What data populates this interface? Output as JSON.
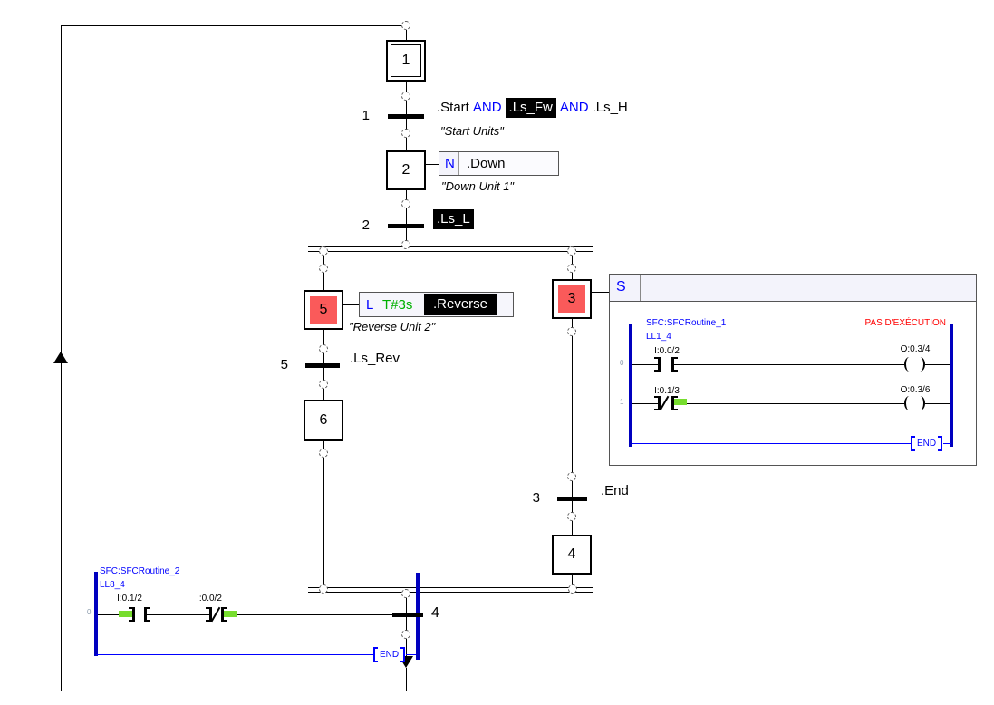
{
  "colors": {
    "keyword_blue": "#0000ff",
    "rail_blue": "#0000bf",
    "active_step_red": "#fa5a5a",
    "status_red": "#ff0000",
    "timer_green": "#00b000",
    "power_flow_green": "#77dd2e",
    "selection_bg": "#000000",
    "selection_fg": "#ffffff"
  },
  "sfc": {
    "steps": [
      {
        "label": "1"
      },
      {
        "label": "2"
      },
      {
        "label": "5"
      },
      {
        "label": "6"
      },
      {
        "label": "3"
      },
      {
        "label": "4"
      }
    ],
    "t1": {
      "num": "1",
      "lhs": ".Start",
      "and1": "AND",
      "sel": ".Ls_Fw",
      "and2": "AND",
      "rhs": ".Ls_H",
      "comment": "\"Start Units\""
    },
    "t2": {
      "num": "2",
      "cond": ".Ls_L"
    },
    "t5": {
      "num": "5",
      "cond": ".Ls_Rev"
    },
    "t3": {
      "num": "3",
      "cond": ".End"
    },
    "t4": {
      "num": "4"
    },
    "a2": {
      "qualifier": "N",
      "name": ".Down",
      "comment": "\"Down Unit 1\""
    },
    "a5": {
      "qualifier": "L",
      "preset": "T#3s",
      "name": ".Reverse",
      "comment": "\"Reverse Unit 2\""
    },
    "a3": {
      "qualifier": "S"
    }
  },
  "ladder1": {
    "routine": "SFC:SFCRoutine_1",
    "tag": "LL1_4",
    "status": "PAS D'EXÉCUTION",
    "rung0": {
      "num": "0",
      "contact": "I:0.0/2",
      "coil": "O:0.3/4"
    },
    "rung1": {
      "num": "1",
      "contact": "I:0.1/3",
      "coil": "O:0.3/6"
    },
    "end": "END"
  },
  "ladder2": {
    "routine": "SFC:SFCRoutine_2",
    "tag": "LL8_4",
    "rung0": {
      "num": "0",
      "contact1": "I:0.1/2",
      "contact2": "I:0.0/2"
    },
    "end": "END"
  }
}
